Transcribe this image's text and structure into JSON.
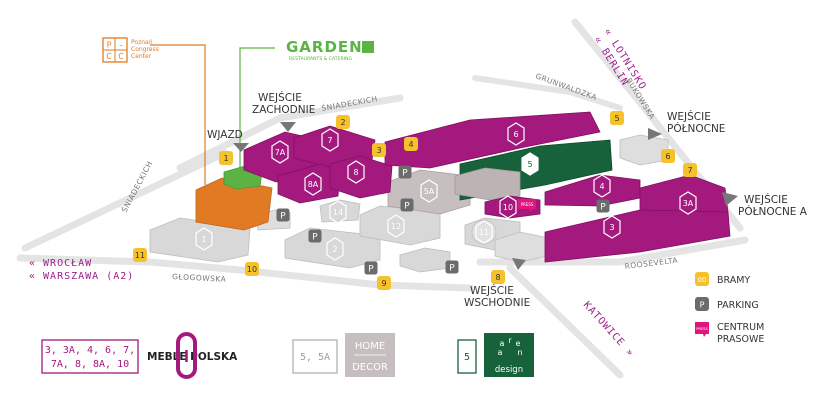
{
  "colors": {
    "road": "#e4e4e4",
    "meble": "#a3197e",
    "home": "#c7bfbf",
    "arena": "#17623a",
    "gray_hall": "#d8d8d8",
    "gate": "#f5c22b",
    "pcc": "#e07b23",
    "garden": "#5ab342",
    "direction": "#9b1f8a",
    "press": "#e0157d"
  },
  "map": {
    "pcc_logo": {
      "letters": [
        "P",
        "C",
        "C"
      ],
      "separator": "–",
      "lines": [
        "Poznań",
        "Congress",
        "Center"
      ]
    },
    "garden_logo": {
      "title": "GARDEN",
      "subtitle": "RESTAURANTS & CATERING"
    },
    "streets": [
      "ŚNIADECKICH",
      "ŚNIADECKICH",
      "GRUNWALDZKA",
      "BUKOWSKA",
      "GŁOGOWSKA",
      "ROOSEVELTA"
    ],
    "entrances": [
      {
        "lines": [
          "WEJŚCIE",
          "ZACHODNIE"
        ]
      },
      {
        "lines": [
          "WJAZD"
        ]
      },
      {
        "lines": [
          "WEJŚCIE",
          "PÓŁNOCNE"
        ]
      },
      {
        "lines": [
          "WEJŚCIE",
          "PÓŁNOCNE A"
        ]
      },
      {
        "lines": [
          "WEJŚCIE",
          "WSCHODNIE"
        ]
      }
    ],
    "directions": [
      {
        "lines": [
          "« LOTNISKO",
          "« BERLIN"
        ]
      },
      {
        "lines": [
          "« WROCŁAW",
          "« WARSZAWA (A2)"
        ]
      },
      {
        "lines": [
          "KATOWICE »"
        ]
      }
    ],
    "gates": [
      "1",
      "2",
      "3",
      "4",
      "5",
      "6",
      "7",
      "8",
      "9",
      "10",
      "11"
    ],
    "halls_meble": [
      "7A",
      "7",
      "8",
      "8A",
      "6",
      "4",
      "3A",
      "3"
    ],
    "halls_home": [
      "5A"
    ],
    "halls_arena": [
      "5"
    ],
    "halls_gray": [
      "1",
      "2",
      "12",
      "14",
      "11"
    ],
    "press_hall": "10",
    "press_badge": "PRESS",
    "parking": [
      "P",
      "P",
      "P",
      "P",
      "P",
      "P",
      "P"
    ]
  },
  "legend": {
    "gate_sample": "00",
    "gate_label": "BRAMY",
    "parking_sample": "P",
    "parking_label": "PARKING",
    "press_sample": "PRESS",
    "press_label_lines": [
      "CENTRUM",
      "PRASOWE"
    ]
  },
  "footer": {
    "meble": {
      "halls_lines": [
        "3, 3A, 4, 6, 7,",
        "7A, 8, 8A, 10"
      ],
      "brand": "MEBLE POLSKA"
    },
    "home": {
      "halls": "5, 5A",
      "brand_lines": [
        "HOME",
        "DECOR"
      ]
    },
    "arena": {
      "halls": "5",
      "letters": [
        "a",
        "r",
        "e",
        "n",
        "a"
      ],
      "sub": "design"
    }
  }
}
